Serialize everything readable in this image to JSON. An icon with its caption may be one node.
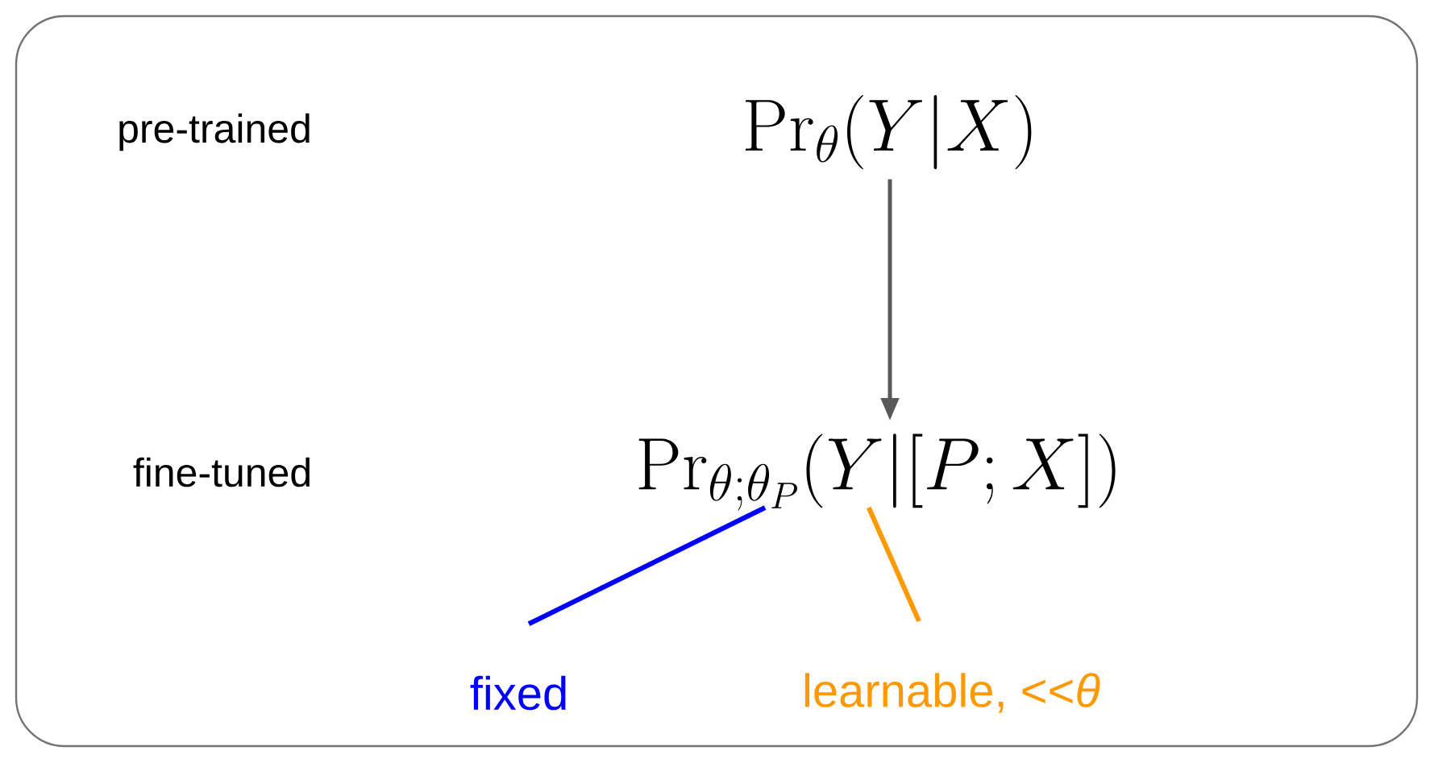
{
  "diagram": {
    "nodes": [
      {
        "text": [
          "\\mathrm{Pr}_{\\theta}(Y|X)"
        ]
      },
      {
        "text": [
          "\\mathrm{Pr}_{\\theta;\\theta_P}(Y|[P;X])"
        ]
      },
      {
        "text": [
          "fixed"
        ]
      },
      {
        "text": [
          "learnable, <<*θ*"
        ]
      }
    ],
    "edges": [
      {
        "from": 0,
        "to": 1,
        "arrow": "to",
        "color": "#595959"
      },
      {
        "from": 2,
        "to": 1,
        "arrow": "none",
        "color": "#0000ff"
      },
      {
        "from": 3,
        "to": 1,
        "arrow": "none",
        "color": "#ff9900"
      }
    ],
    "labels": [
      "pre-trained",
      "fine-tuned"
    ]
  }
}
